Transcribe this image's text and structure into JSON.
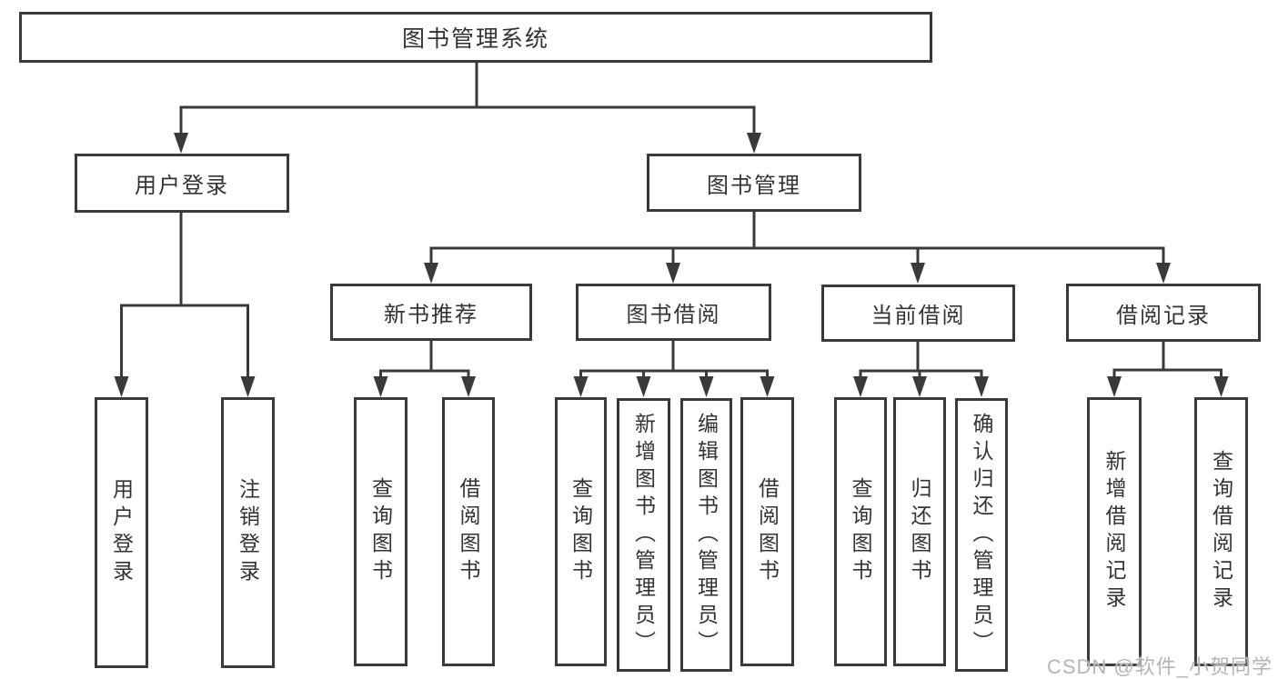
{
  "tree": {
    "root": "图书管理系统",
    "level1": [
      {
        "label": "用户登录",
        "children": [
          "用户登录",
          "注销登录"
        ]
      },
      {
        "label": "图书管理",
        "children": [
          {
            "label": "新书推荐",
            "children": [
              "查询图书",
              "借阅图书"
            ]
          },
          {
            "label": "图书借阅",
            "children": [
              "查询图书",
              "新增图书（管理员）",
              "编辑图书（管理员）",
              "借阅图书"
            ]
          },
          {
            "label": "当前借阅",
            "children": [
              "查询图书",
              "归还图书",
              "确认归还（管理员）"
            ]
          },
          {
            "label": "借阅记录",
            "children": [
              "新增借阅记录",
              "查询借阅记录"
            ]
          }
        ]
      }
    ]
  },
  "watermark": "CSDN @软件_小贺同学",
  "colors": {
    "line": "#3a3a3a",
    "box_border": "#3a3a3a",
    "box_fill": "#ffffff",
    "text": "#333333",
    "watermark": "#b5b5b5"
  }
}
